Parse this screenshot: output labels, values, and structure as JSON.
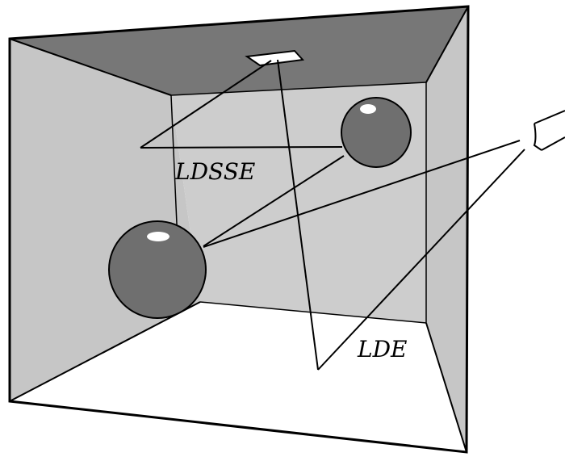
{
  "labels": {
    "path_ldsse": "LDSSE",
    "path_lde": "LDE"
  },
  "colors": {
    "ceiling": "#777777",
    "wall": "#c6c6c6",
    "back_wall": "#cdcdcd",
    "floor": "#ffffff",
    "sphere": "#6f6f6f",
    "highlight": "#ffffff",
    "line": "#000000"
  },
  "icons": [
    "light-source",
    "eye-icon",
    "sphere-large",
    "sphere-small"
  ]
}
